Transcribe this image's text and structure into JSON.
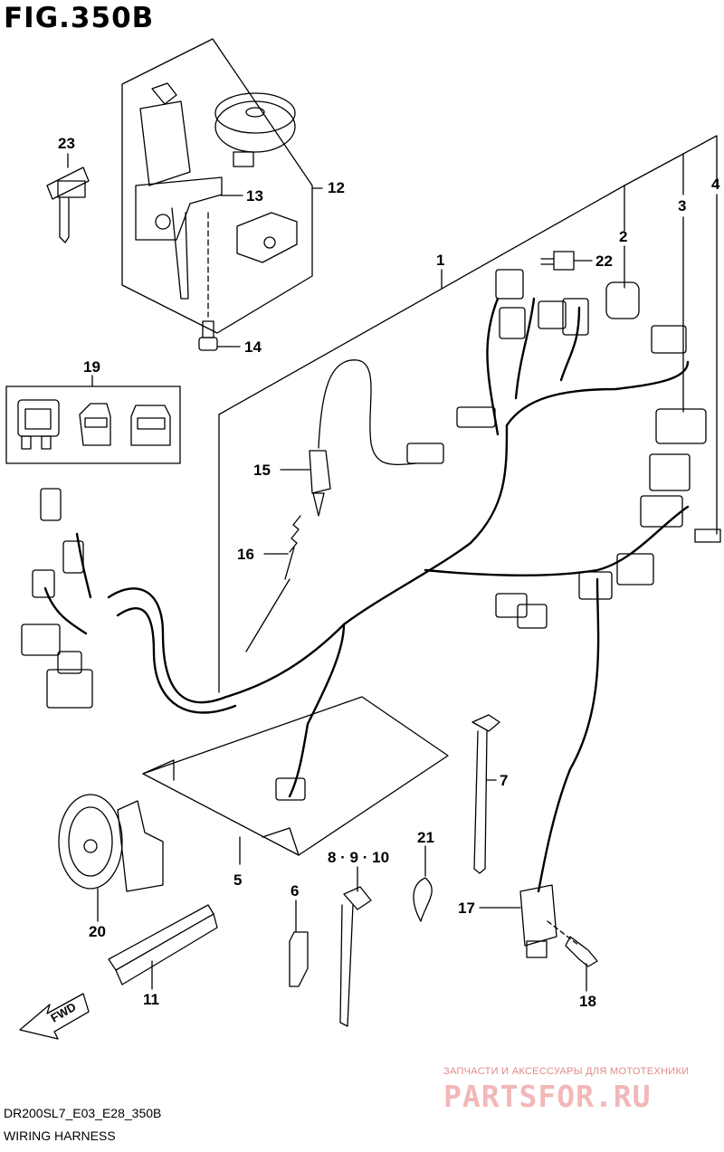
{
  "figure": {
    "title": "FIG.350B",
    "code": "DR200SL7_E03_E28_350B",
    "name": "WIRING HARNESS"
  },
  "callouts": [
    {
      "id": "c1",
      "text": "1"
    },
    {
      "id": "c2",
      "text": "2"
    },
    {
      "id": "c3",
      "text": "3"
    },
    {
      "id": "c4",
      "text": "4"
    },
    {
      "id": "c5",
      "text": "5"
    },
    {
      "id": "c6",
      "text": "6"
    },
    {
      "id": "c7",
      "text": "7"
    },
    {
      "id": "c8",
      "text": "8 · 9 · 10"
    },
    {
      "id": "c11",
      "text": "11"
    },
    {
      "id": "c12",
      "text": "12"
    },
    {
      "id": "c13",
      "text": "13"
    },
    {
      "id": "c14",
      "text": "14"
    },
    {
      "id": "c15",
      "text": "15"
    },
    {
      "id": "c16",
      "text": "16"
    },
    {
      "id": "c17",
      "text": "17"
    },
    {
      "id": "c18",
      "text": "18"
    },
    {
      "id": "c19",
      "text": "19"
    },
    {
      "id": "c20",
      "text": "20"
    },
    {
      "id": "c21",
      "text": "21"
    },
    {
      "id": "c22",
      "text": "22"
    },
    {
      "id": "c23",
      "text": "23"
    }
  ],
  "fwd_arrow": {
    "text": "FWD"
  },
  "watermark": {
    "tagline": "ЗАПЧАСТИ И АКСЕССУАРЫ ДЛЯ МОТОТЕХНИКИ",
    "brand": "PARTSFOR.RU"
  },
  "colors": {
    "line": "#000000",
    "background": "#ffffff",
    "watermark": "#e08a8a"
  }
}
